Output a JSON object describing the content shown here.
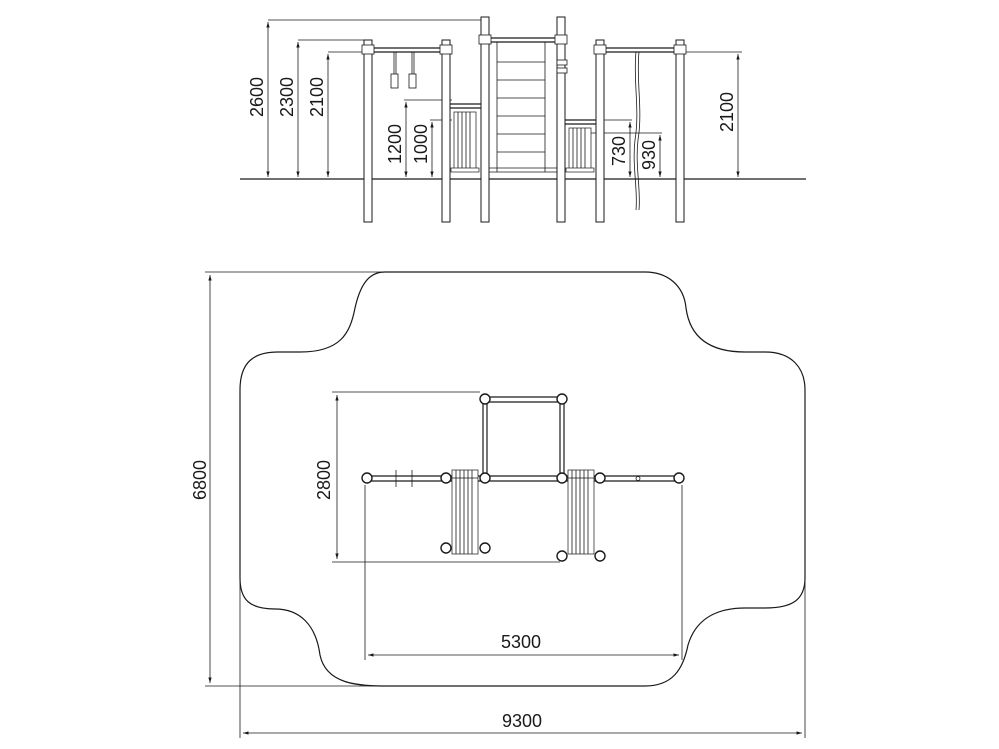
{
  "elevation": {
    "dimensions": {
      "h2600": "2600",
      "h2300": "2300",
      "h2100_left": "2100",
      "h1200": "1200",
      "h1000": "1000",
      "h730": "730",
      "h930": "930",
      "h2100_right": "2100"
    }
  },
  "plan": {
    "dimensions": {
      "total_depth": "6800",
      "total_width": "9300",
      "depth_equipment": "2800",
      "width_equipment": "5300"
    }
  }
}
